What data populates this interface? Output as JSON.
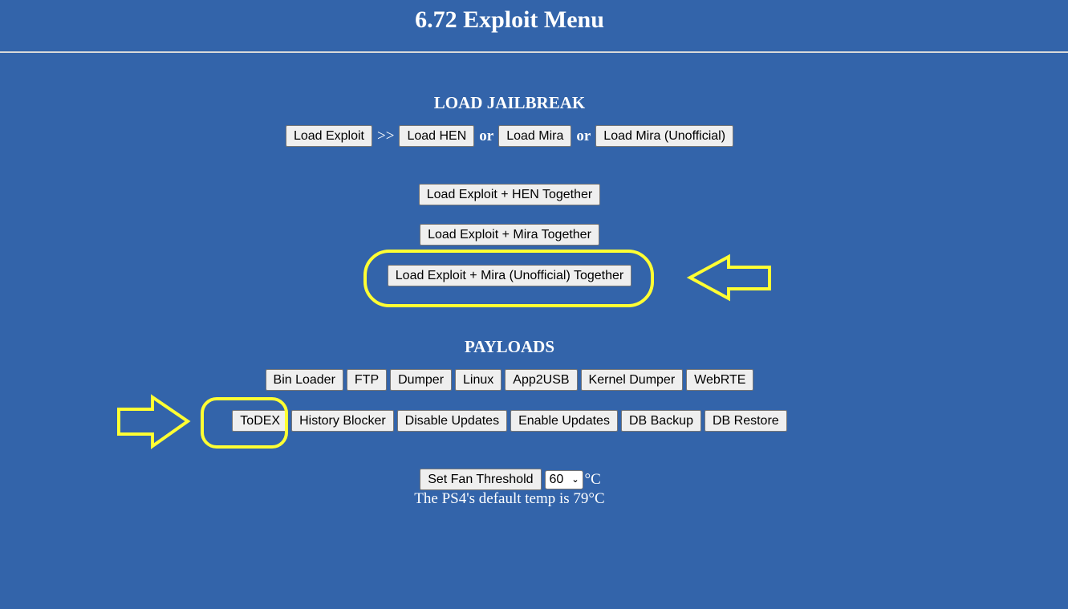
{
  "page": {
    "title": "6.72 Exploit Menu"
  },
  "jailbreak": {
    "heading": "LOAD JAILBREAK",
    "load_exploit": "Load Exploit",
    "arrow_sep": ">>",
    "load_hen": "Load HEN",
    "or_1": "or",
    "load_mira": "Load Mira",
    "or_2": "or",
    "load_mira_unofficial": "Load Mira (Unofficial)",
    "exploit_hen_together": "Load Exploit + HEN Together",
    "exploit_mira_together": "Load Exploit + Mira Together",
    "exploit_mira_unofficial_together": "Load Exploit + Mira (Unofficial) Together"
  },
  "payloads": {
    "heading": "PAYLOADS",
    "row1": [
      "Bin Loader",
      "FTP",
      "Dumper",
      "Linux",
      "App2USB",
      "Kernel Dumper",
      "WebRTE"
    ],
    "row2": [
      "ToDEX",
      "History Blocker",
      "Disable Updates",
      "Enable Updates",
      "DB Backup",
      "DB Restore"
    ]
  },
  "fan": {
    "button": "Set Fan Threshold",
    "selected_value": "60",
    "unit": "°C",
    "note": "The PS4's default temp is 79°C"
  },
  "annotations": {
    "highlight_color": "#ffff33"
  }
}
